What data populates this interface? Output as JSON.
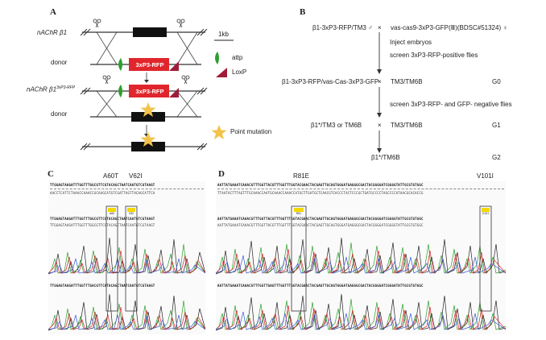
{
  "panelA": {
    "letter": "A",
    "gene_label": "nAChR β1",
    "donor_label": "donor",
    "gene_label_rfp_base": "nAChR β1",
    "gene_label_rfp_sup": "3xP3-RFP",
    "donor2_label": "donor",
    "scale_label": "1kb",
    "cassette_label": "3xP3-RFP",
    "legend": {
      "attp": "attp",
      "loxp": "LoxP",
      "point_mutation": "Point mutation"
    },
    "colors": {
      "exon": "#111111",
      "cassette": "#e0262c",
      "attp": "#2ca02c",
      "loxp": "#9e1d3a",
      "star": "#f2c24a"
    }
  },
  "panelB": {
    "letter": "B",
    "row1_left": "β1-3xP3-RFP/TM3 ♂",
    "row1_cross": "×",
    "row1_right": "vas-cas9-3xP3-GFP(Ⅲ)(BDSC#51324) ♀",
    "step1a": "Inject embryos",
    "step1b": "screen 3xP3-RFP-positive flies",
    "row2_left": "β1-3xP3-RFP/vas-Cas-3xP3-GFP",
    "row2_cross": "×",
    "row2_right": "TM3/TM6B",
    "row2_gen": "G0",
    "step2": "screen 3xP3-RFP- and GFP- negative flies",
    "row3_left": "β1*/TM3 or TM6B",
    "row3_cross": "×",
    "row3_right": "TM3/TM6B",
    "row3_gen": "G1",
    "row4_left": "β1*/TM6B",
    "row4_gen": "G2"
  },
  "panelC": {
    "letter": "C",
    "mut1": "A60T",
    "mut2": "V62I",
    "box1_label": "A60",
    "box2_label": "V62",
    "seq_ref": "TTGGAGTAAGATTTGGTTTGGCGTTCGTACAGCTAATCAATGTCGTAAGT",
    "seq_ref2": "AACCTCATTCTAAACCAAACCGCAAGCATGTCGATTAGTTACAGCATTCA",
    "seq_wt": "TTGGAGTAAGATTTGGTTTGGCGTTCGTACAGCTAATCAATGTCGTAAGT",
    "seq_wt2": "TTGGAGTAAGATTTGGTTTGGCGTTCGTACAGCTAATCAATGTCGTAAGT",
    "seq_mut": "TTGGAGTAAGATTTGGTTTGACGTTCATACAGCTAATCAATGTCGTAAGT"
  },
  "panelD": {
    "letter": "D",
    "mut1": "R81E",
    "mut2": "V101I",
    "box1_label": "R81",
    "box2_label": "V101",
    "seq_ref": "AATTATGAAATCAAACGTTTGGTTACGTTTGGTTTGGTACGAACTACGAGTTGCAGTGGGATGAGGGCGACTACGGGGATCGGGGTATTGCGTGTGGC",
    "seq_ref2": "TTAATACTTTAGTTTGCAAACCAATGCAAACCAAACCATGCTTGATGCTCAACGTCACCCTACTCCCGCTGATGCCCCTAGCCCCATAACGCACACCG",
    "seq_wt": "AATTATGAAATCAAACGTTTGGTTACGTTTGGTTTGGTACGAACTACGAGTTGCAGTGGGATGAGGGCGACTACGGGGATCGGGGTATTGCGTGTGGC",
    "seq_wt2": "AATTATGAAATCAAACGTTTGGTTACGTTTGGTTTGGTACGAACTACGAGTTGCAGTGGGATGAGGGCGACTACGGGGATCGGGGTATTGCGTGTGGC",
    "seq_mut": "AATTATGAAATCAAACGTTTGGTTGAGTTTGGTTTGGTACGAACTACGAGTTGCAGTGGGATGAGGGCGACTACGGGGATCGGGATATTGCGTGTGGC"
  }
}
